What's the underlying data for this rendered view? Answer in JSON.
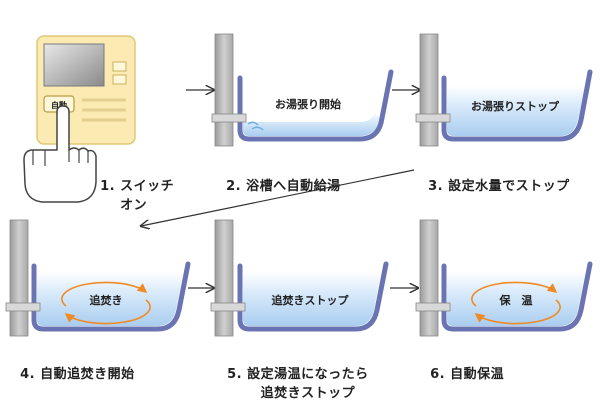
{
  "steps": [
    {
      "number": "1.",
      "caption": "スイッチ\nオン"
    },
    {
      "number": "2.",
      "caption": "浴槽へ自動給湯",
      "tub_label": "お湯張り開始"
    },
    {
      "number": "3.",
      "caption": "設定水量でストップ",
      "tub_label": "お湯張りストップ"
    },
    {
      "number": "4.",
      "caption": "自動追焚き開始",
      "tub_label": "追焚き"
    },
    {
      "number": "5.",
      "caption": "設定湯温になったら\n追焚きストップ",
      "tub_label": "追焚きストップ"
    },
    {
      "number": "6.",
      "caption": "自動保温",
      "tub_label": "保　温"
    }
  ],
  "panel": {
    "button_label": "自動"
  },
  "colors": {
    "tub_outline": "#6a74b2",
    "water_top": "#ffffff",
    "water_bottom": "#a9cdf0",
    "wall": "#c9c9c9",
    "panel_fill": "#fbeab2",
    "panel_border": "#e0c878",
    "circulation_arrow": "#f08a24"
  }
}
